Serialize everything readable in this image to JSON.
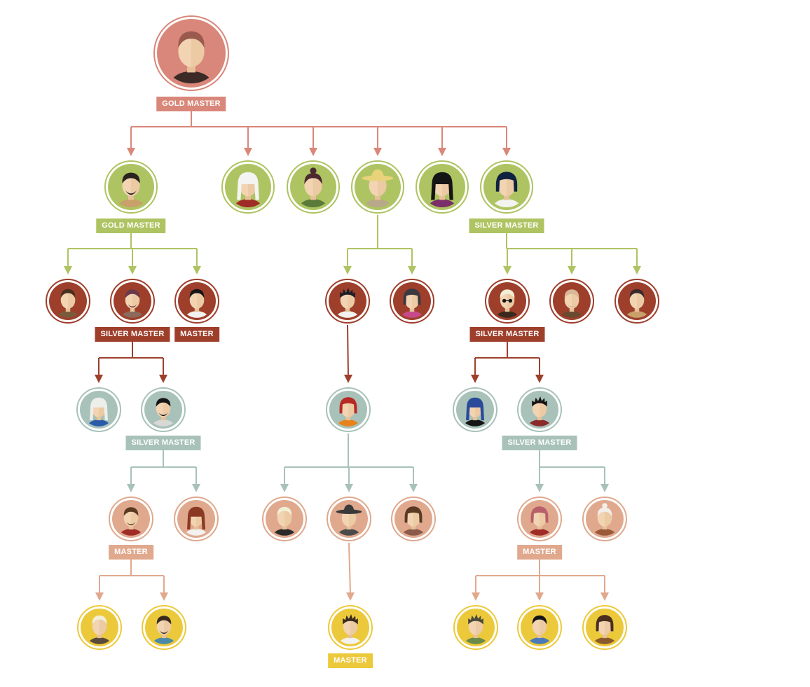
{
  "colors": {
    "gold": "#d9877a",
    "green": "#aec462",
    "rust": "#9e3f2c",
    "teal": "#a8c2b9",
    "peach": "#e0a98e",
    "yellow": "#ecc93b",
    "skin": "#f2d4b3",
    "skin_shadow": "#e6c198"
  },
  "labels": {
    "gold_master": "GOLD MASTER",
    "silver_master": "SILVER MASTER",
    "master": "MASTER"
  },
  "nodes": [
    {
      "id": "n1",
      "name": "top-leader",
      "parent": null,
      "level": "gold",
      "label_key": "gold_master",
      "hair": "#9b5a4e",
      "shirt": "#3b2a26",
      "style": "short"
    },
    {
      "id": "n2",
      "name": "leader-left",
      "parent": "n1",
      "level": "green",
      "label_key": "gold_master",
      "hair": "#2b2320",
      "shirt": "#c9a06a",
      "style": "beard"
    },
    {
      "id": "n3",
      "name": "member-white-hair",
      "parent": "n1",
      "level": "green",
      "label_key": null,
      "hair": "#f4f4f2",
      "shirt": "#a02c28",
      "style": "long"
    },
    {
      "id": "n4",
      "name": "member-bun",
      "parent": "n1",
      "level": "green",
      "label_key": null,
      "hair": "#4a2a30",
      "shirt": "#5a7a3a",
      "style": "bun"
    },
    {
      "id": "n5",
      "name": "member-sombrero",
      "parent": "n1",
      "level": "green",
      "label_key": null,
      "hair": "#e8d27a",
      "shirt": "#b9a889",
      "style": "hat"
    },
    {
      "id": "n6",
      "name": "member-black-hair",
      "parent": "n1",
      "level": "green",
      "label_key": null,
      "hair": "#151515",
      "shirt": "#7a2e6a",
      "style": "long"
    },
    {
      "id": "n7",
      "name": "leader-right",
      "parent": "n1",
      "level": "green",
      "label_key": "silver_master",
      "hair": "#0f2240",
      "shirt": "#f3f3ef",
      "style": "bob"
    },
    {
      "id": "n8",
      "name": "member-l3-1",
      "parent": "n2",
      "level": "rust",
      "label_key": null,
      "hair": "#4a2e1e",
      "shirt": "#7a5a3a",
      "style": "short"
    },
    {
      "id": "n9",
      "name": "member-l3-2",
      "parent": "n2",
      "level": "rust",
      "label_key": "silver_master",
      "hair": "#6b3a4a",
      "shirt": "#8a6a5a",
      "style": "beard"
    },
    {
      "id": "n10",
      "name": "member-l3-3",
      "parent": "n2",
      "level": "rust",
      "label_key": "master",
      "hair": "#151515",
      "shirt": "#f2f2f0",
      "style": "short"
    },
    {
      "id": "n11",
      "name": "member-c3-1",
      "parent": "n5",
      "level": "rust",
      "label_key": null,
      "hair": "#1c1c24",
      "shirt": "#f2f2f0",
      "style": "spiky"
    },
    {
      "id": "n12",
      "name": "member-c3-2",
      "parent": "n5",
      "level": "rust",
      "label_key": null,
      "hair": "#3a3a40",
      "shirt": "#c64a8a",
      "style": "bob"
    },
    {
      "id": "n13",
      "name": "member-r3-1",
      "parent": "n7",
      "level": "rust",
      "label_key": "silver_master",
      "hair": "#f2efd6",
      "shirt": "#3a2a1e",
      "style": "glasses"
    },
    {
      "id": "n14",
      "name": "member-r3-2",
      "parent": "n7",
      "level": "rust",
      "label_key": null,
      "hair": "#d8b898",
      "shirt": "#6a4a2e",
      "style": "beard"
    },
    {
      "id": "n15",
      "name": "member-r3-3",
      "parent": "n7",
      "level": "rust",
      "label_key": null,
      "hair": "#3a2a2a",
      "shirt": "#c9a06a",
      "style": "short"
    },
    {
      "id": "n16",
      "name": "member-l4-1",
      "parent": "n9",
      "level": "teal",
      "label_key": null,
      "hair": "#eeeeea",
      "shirt": "#2a5aa8",
      "style": "long"
    },
    {
      "id": "n17",
      "name": "member-l4-2",
      "parent": "n9",
      "level": "teal",
      "label_key": "silver_master",
      "hair": "#151515",
      "shirt": "#d8d8d4",
      "style": "beard"
    },
    {
      "id": "n18",
      "name": "member-c4-1",
      "parent": "n11",
      "level": "teal",
      "label_key": null,
      "hair": "#b82a24",
      "shirt": "#e8831c",
      "style": "bob"
    },
    {
      "id": "n19",
      "name": "member-r4-1",
      "parent": "n13",
      "level": "teal",
      "label_key": null,
      "hair": "#2a4a9a",
      "shirt": "#151515",
      "style": "long"
    },
    {
      "id": "n20",
      "name": "member-r4-2",
      "parent": "n13",
      "level": "teal",
      "label_key": "silver_master",
      "hair": "#151515",
      "shirt": "#8a2a2a",
      "style": "spiky"
    },
    {
      "id": "n21",
      "name": "member-l5-1",
      "parent": "n17",
      "level": "peach",
      "label_key": "master",
      "hair": "#5a3a22",
      "shirt": "#a02c28",
      "style": "beard"
    },
    {
      "id": "n22",
      "name": "member-l5-2",
      "parent": "n17",
      "level": "peach",
      "label_key": null,
      "hair": "#8a3a22",
      "shirt": "#f2f2f0",
      "style": "long"
    },
    {
      "id": "n23",
      "name": "member-c5-1",
      "parent": "n18",
      "level": "peach",
      "label_key": null,
      "hair": "#f2efd6",
      "shirt": "#2a2a2a",
      "style": "short"
    },
    {
      "id": "n24",
      "name": "member-c5-2",
      "parent": "n18",
      "level": "peach",
      "label_key": null,
      "hair": "#3a3a3a",
      "shirt": "#4a4a4a",
      "style": "hat"
    },
    {
      "id": "n25",
      "name": "member-c5-3",
      "parent": "n18",
      "level": "peach",
      "label_key": null,
      "hair": "#5a3a22",
      "shirt": "#8a5a4a",
      "style": "bob"
    },
    {
      "id": "n26",
      "name": "member-r5-1",
      "parent": "n20",
      "level": "peach",
      "label_key": "master",
      "hair": "#b8606a",
      "shirt": "#a02c28",
      "style": "bob"
    },
    {
      "id": "n27",
      "name": "member-r5-2",
      "parent": "n20",
      "level": "peach",
      "label_key": null,
      "hair": "#f2efea",
      "shirt": "#9a5a3a",
      "style": "bun"
    },
    {
      "id": "n28",
      "name": "member-l6-1",
      "parent": "n21",
      "level": "yellow",
      "label_key": null,
      "hair": "#f2efd6",
      "shirt": "#5a4a3a",
      "style": "short"
    },
    {
      "id": "n29",
      "name": "member-l6-2",
      "parent": "n21",
      "level": "yellow",
      "label_key": null,
      "hair": "#3a2a1e",
      "shirt": "#4a8aa8",
      "style": "beard"
    },
    {
      "id": "n30",
      "name": "member-c6-1",
      "parent": "n24",
      "level": "yellow",
      "label_key": "master",
      "hair": "#3a2a1e",
      "shirt": "#f2f2f0",
      "style": "spiky"
    },
    {
      "id": "n31",
      "name": "member-r6-1",
      "parent": "n26",
      "level": "yellow",
      "label_key": null,
      "hair": "#4a4a3a",
      "shirt": "#6a8a4a",
      "style": "spiky"
    },
    {
      "id": "n32",
      "name": "member-r6-2",
      "parent": "n26",
      "level": "yellow",
      "label_key": null,
      "hair": "#151515",
      "shirt": "#4a7ab8",
      "style": "short"
    },
    {
      "id": "n33",
      "name": "member-r6-3",
      "parent": "n26",
      "level": "yellow",
      "label_key": null,
      "hair": "#4a2e1e",
      "shirt": "#8a5a2a",
      "style": "bob"
    }
  ]
}
